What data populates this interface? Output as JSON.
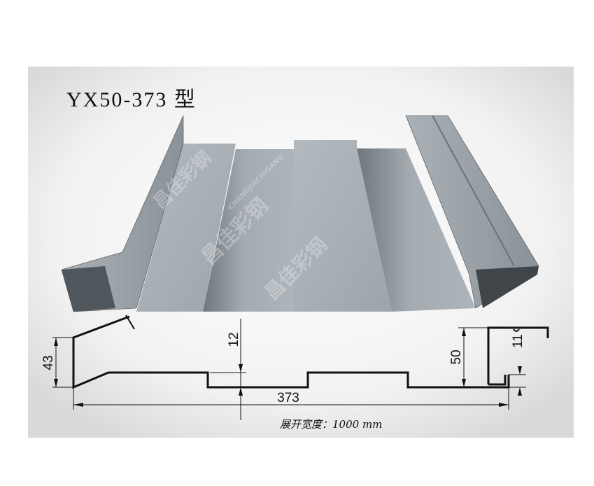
{
  "title": "YX50-373 型",
  "dimensions": {
    "left_height": "43",
    "rib_depth": "12",
    "pitch": "373",
    "right_height": "50",
    "lip": "11"
  },
  "caption": "展开宽度：1000 mm",
  "watermark": {
    "brand": "昌佳彩钢",
    "brand_latin": "CHANGJIACHIGANG"
  },
  "colors": {
    "panel": "#a9b0b6",
    "panel_dark": "#6f777d",
    "line": "#111111"
  }
}
